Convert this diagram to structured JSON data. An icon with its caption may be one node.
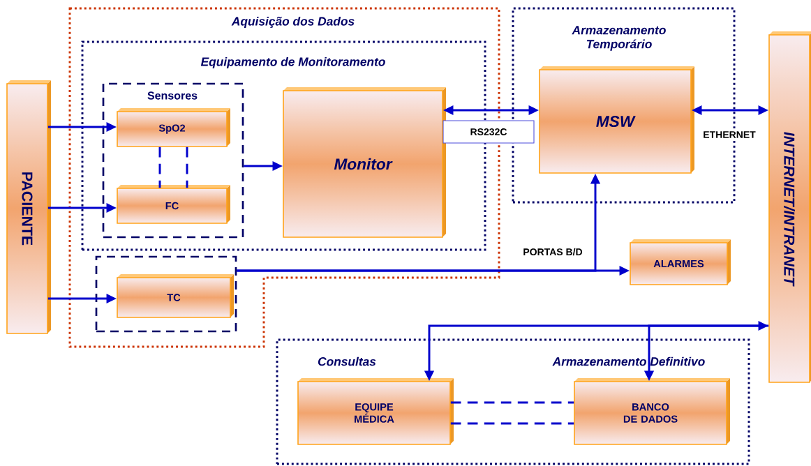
{
  "diagram": {
    "nodes": [
      {
        "text": [
          "Aquisição dos Dados"
        ]
      },
      {
        "text": [
          "Equipamento de Monitoramento"
        ],
        "in": 0
      },
      {
        "text": [
          "Sensores"
        ],
        "in": 1
      },
      {
        "text": [
          "SpO2"
        ],
        "in": 2
      },
      {
        "text": [
          "FC"
        ],
        "in": 2
      },
      {
        "text": [
          "Monitor"
        ],
        "in": 1
      },
      {
        "text": [],
        "shape": "box",
        "in": 0
      },
      {
        "text": [
          "TC"
        ],
        "in": 6
      },
      {
        "text": [
          "PACIENTE"
        ]
      },
      {
        "text": [
          "Armazenamento Temporário"
        ]
      },
      {
        "text": [
          "MSW"
        ],
        "in": 9
      },
      {
        "text": [
          "ALARMES"
        ]
      },
      {
        "text": [
          "INTERNET/INTRANET"
        ]
      },
      {
        "text": [
          "Consultas",
          "Armazenamento Definitivo"
        ]
      },
      {
        "text": [
          "EQUIPE MÉDICA"
        ],
        "in": 13
      },
      {
        "text": [
          "BANCO DE DADOS"
        ],
        "in": 13
      }
    ],
    "edges": [
      {
        "from": 8,
        "to": 3,
        "arrow": "to"
      },
      {
        "from": 8,
        "to": 4,
        "arrow": "to"
      },
      {
        "from": 8,
        "to": 7,
        "arrow": "to"
      },
      {
        "from": 3,
        "to": 4,
        "arrow": "none",
        "style": "dashed"
      },
      {
        "from": 3,
        "to": 4,
        "arrow": "none",
        "style": "dashed"
      },
      {
        "from": 2,
        "to": 5,
        "arrow": "to"
      },
      {
        "from": 5,
        "to": 10,
        "arrow": "both",
        "label": "RS232C"
      },
      {
        "from": 10,
        "to": 12,
        "arrow": "both",
        "label": "ETHERNET"
      },
      {
        "from": 6,
        "to": 11,
        "arrow": "to"
      },
      {
        "from": 6,
        "to": 10,
        "arrow": "to",
        "label": "PORTAS B/D"
      },
      {
        "from": 14,
        "to": 12,
        "arrow": "both"
      },
      {
        "from": 12,
        "to": 15,
        "arrow": "to"
      },
      {
        "from": 14,
        "to": 15,
        "arrow": "none",
        "style": "dashed"
      },
      {
        "from": 14,
        "to": 15,
        "arrow": "none",
        "style": "dashed"
      }
    ]
  }
}
